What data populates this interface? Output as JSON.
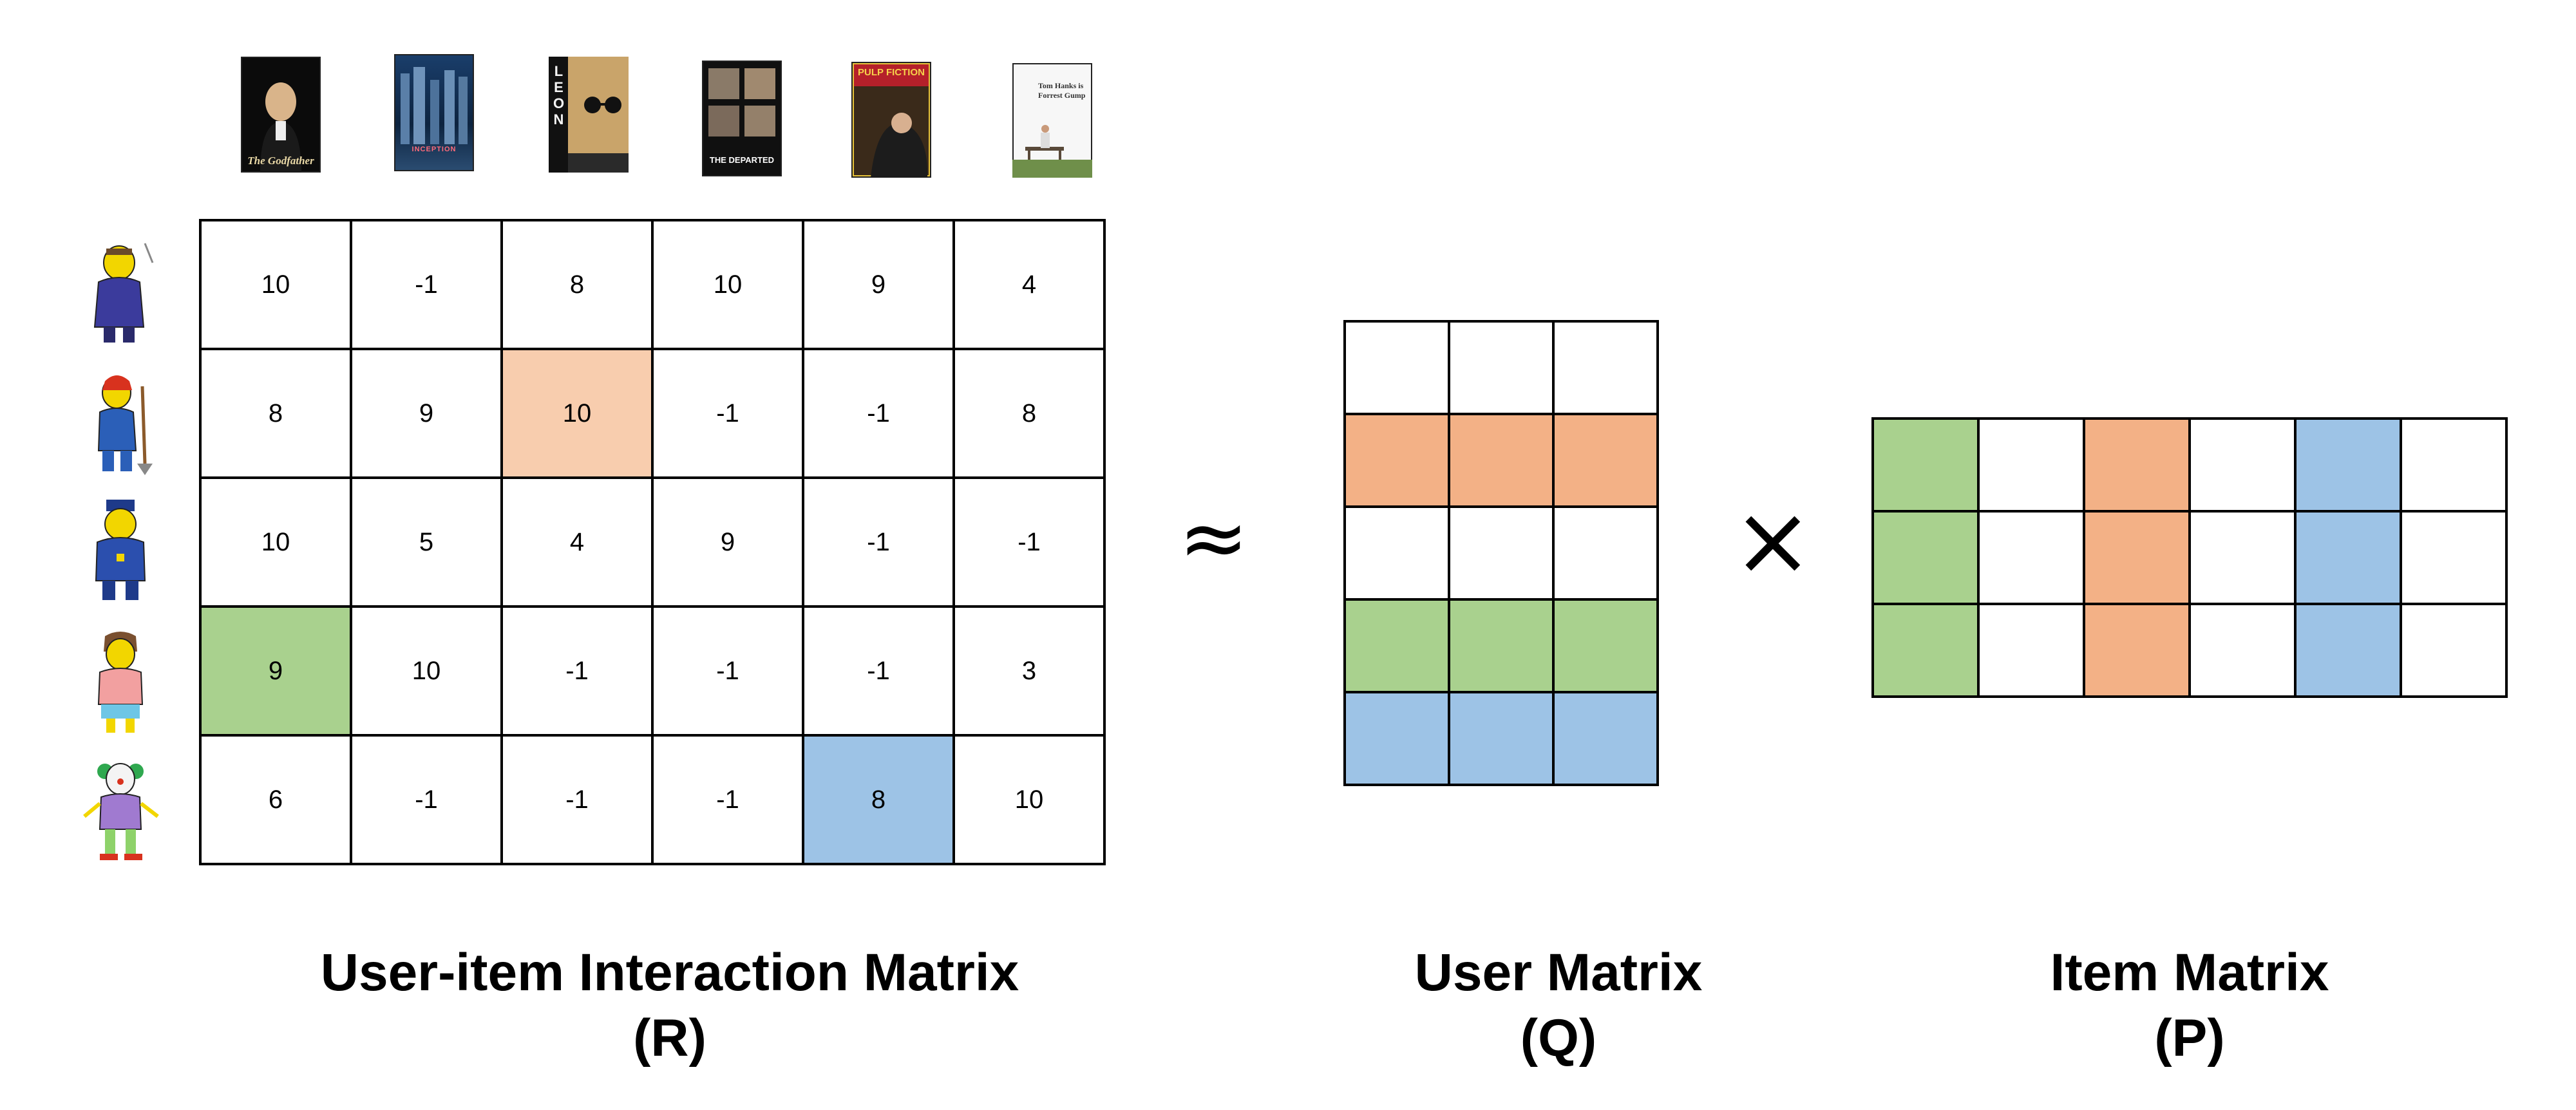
{
  "movies": [
    {
      "name": "The Godfather",
      "poster_text": "The Godfather"
    },
    {
      "name": "Inception",
      "poster_text": "INCEPTION"
    },
    {
      "name": "Leon",
      "poster_text": "LEON"
    },
    {
      "name": "The Departed",
      "poster_text": "THE DEPARTED"
    },
    {
      "name": "Pulp Fiction",
      "poster_text": "PULP FICTION"
    },
    {
      "name": "Forrest Gump",
      "poster_text": "Tom Hanks is Forrest Gump"
    }
  ],
  "users": [
    {
      "icon": "mayor-character-icon"
    },
    {
      "icon": "groundskeeper-character-icon"
    },
    {
      "icon": "police-chief-character-icon"
    },
    {
      "icon": "bartender-character-icon"
    },
    {
      "icon": "clown-character-icon"
    }
  ],
  "interaction_matrix": {
    "rows": [
      [
        "10",
        "-1",
        "8",
        "10",
        "9",
        "4"
      ],
      [
        "8",
        "9",
        "10",
        "-1",
        "-1",
        "8"
      ],
      [
        "10",
        "5",
        "4",
        "9",
        "-1",
        "-1"
      ],
      [
        "9",
        "10",
        "-1",
        "-1",
        "-1",
        "3"
      ],
      [
        "6",
        "-1",
        "-1",
        "-1",
        "8",
        "10"
      ]
    ],
    "highlights": [
      {
        "row": 1,
        "col": 2,
        "color": "#f8cdae"
      },
      {
        "row": 3,
        "col": 0,
        "color": "#a9d18e"
      },
      {
        "row": 4,
        "col": 4,
        "color": "#9dc3e6"
      }
    ]
  },
  "user_matrix": {
    "row_colors": [
      "#ffffff",
      "#f3b186",
      "#ffffff",
      "#a9d18e",
      "#9dc3e6"
    ]
  },
  "item_matrix": {
    "column_colors": [
      "#a9d18e",
      "#ffffff",
      "#f3b186",
      "#ffffff",
      "#9dc3e6",
      "#ffffff"
    ]
  },
  "operators": {
    "approx": "≈",
    "times": "×"
  },
  "labels": {
    "r_title": "User-item Interaction Matrix",
    "r_symbol": "(R)",
    "q_title": "User Matrix",
    "q_symbol": "(Q)",
    "p_title": "Item Matrix",
    "p_symbol": "(P)"
  }
}
